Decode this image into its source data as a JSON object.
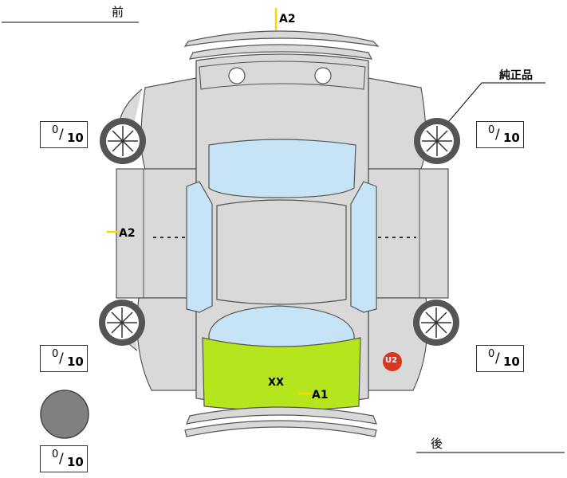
{
  "header": {
    "front_label": "前",
    "rear_label": "後"
  },
  "callout": {
    "genuine_label": "純正品"
  },
  "damage_codes": [
    {
      "code": "A2"
    },
    {
      "code": "A2"
    },
    {
      "code": "A1"
    }
  ],
  "marks": {
    "xx": "XX",
    "badge": "U2"
  },
  "scores": [
    {
      "value": "0",
      "sep": "/",
      "max": "10"
    },
    {
      "value": "0",
      "sep": "/",
      "max": "10"
    },
    {
      "value": "0",
      "sep": "/",
      "max": "10"
    },
    {
      "value": "0",
      "sep": "/",
      "max": "10"
    },
    {
      "value": "0",
      "sep": "/",
      "max": "10"
    }
  ],
  "colors": {
    "body": "#d9d9d9",
    "glass": "#c7e4f7",
    "highlight": "#b5e61d",
    "badge": "#d9371f",
    "spare_circle": "#808080",
    "damage_tick": "#ffd600"
  }
}
